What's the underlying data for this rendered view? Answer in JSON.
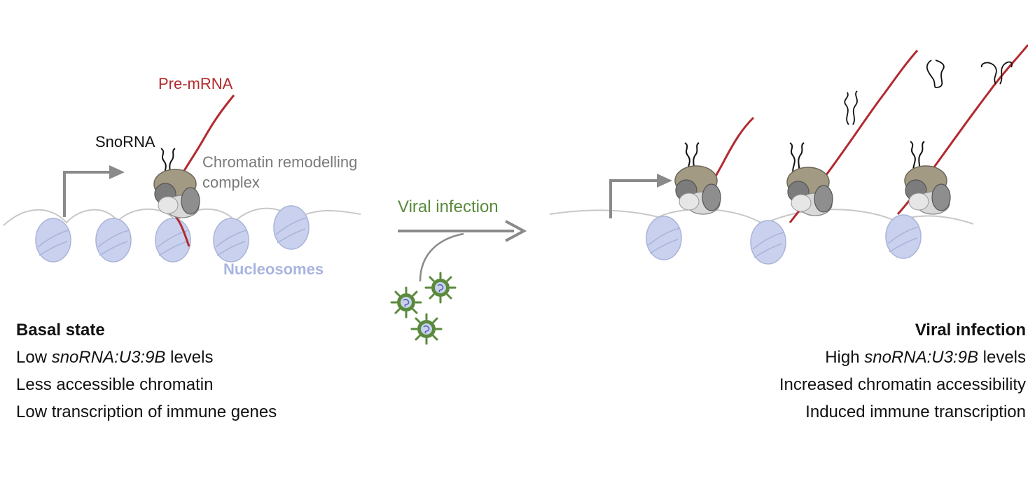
{
  "labels": {
    "pre_mrna": "Pre-mRNA",
    "snorna": "SnoRNA",
    "complex_line1": "Chromatin remodelling",
    "complex_line2": "complex",
    "nucleosomes": "Nucleosomes",
    "viral_infection_arrow": "Viral infection"
  },
  "left_panel": {
    "heading": "Basal state",
    "line1_pre": "Low ",
    "line1_italic": "snoRNA:U3:9B",
    "line1_post": " levels",
    "line2": "Less accessible chromatin",
    "line3": "Low transcription of immune genes"
  },
  "right_panel": {
    "heading": "Viral infection",
    "line1_pre": "High ",
    "line1_italic": "snoRNA:U3:9B",
    "line1_post": " levels",
    "line2": "Increased chromatin accessibility",
    "line3": "Induced immune transcription"
  },
  "colors": {
    "rna": "#b22a2e",
    "nucleosome": "#c9d1ee",
    "dna": "#c8c8c8",
    "arrow": "#8a8a8a",
    "virus": "#5a8a3c",
    "complex": "#a39a84"
  }
}
